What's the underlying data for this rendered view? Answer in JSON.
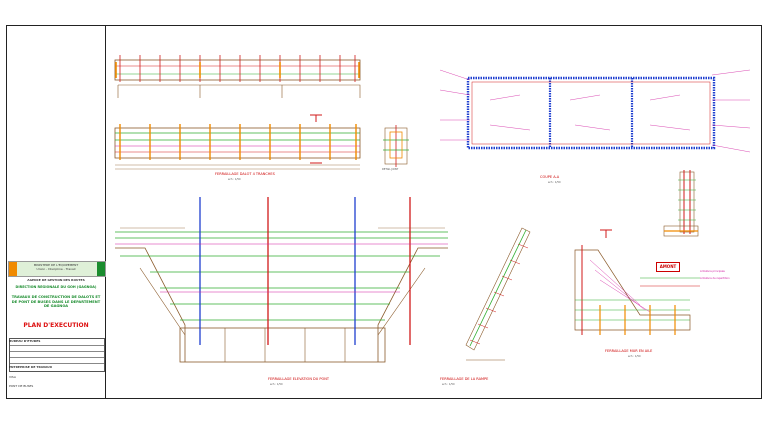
{
  "title_block": {
    "header_line1": "MINISTERE DE L'EQUIPEMENT",
    "header_line2": "Union - Discipline - Travail",
    "header_line3": "AGENCE DE GESTION DES ROUTES",
    "direction": "DIRECTION REGIONALE DU GÔH (GAGNOA)",
    "project_title": "TRAVAUX DE CONSTRUCTION DE DALOTS ET DE PONT DE BUSES DANS LE DEPARTEMENT DE GAGNOA",
    "sheet_title": "PLAN D'EXECUTION",
    "contractor": "ENTREPRISE DE TRAVAUX",
    "office_label": "BUREAU D'ETUDES",
    "visa_label": "VISA",
    "bottom_note": "PONT DE BUSES"
  },
  "views": {
    "elevation_coupe": "FERRAILLAGE DALOT 4 TRANCHES",
    "coupe_section": "COUPE A-A",
    "plan_main": "FERRAILLAGE ELEVATION DU PONT",
    "detail_joint": "DETAIL JOINT",
    "ramp_detail": "FERRAILLAGE DE LA RAMPE",
    "wing_detail": "FERRAILLAGE MUR EN AILE",
    "scale_label": "ech : 1/50"
  },
  "amont_label": "AMONT",
  "legend": {
    "item1": "Armature principale",
    "item2": "Armature de repartition"
  },
  "colors": {
    "rebar_red": "#d11a1a",
    "rebar_green": "#2fae2f",
    "rebar_blue": "#1f3fcf",
    "rebar_magenta": "#d01aa0",
    "outline_brown": "#8a5a2a",
    "orange": "#f08a00"
  }
}
